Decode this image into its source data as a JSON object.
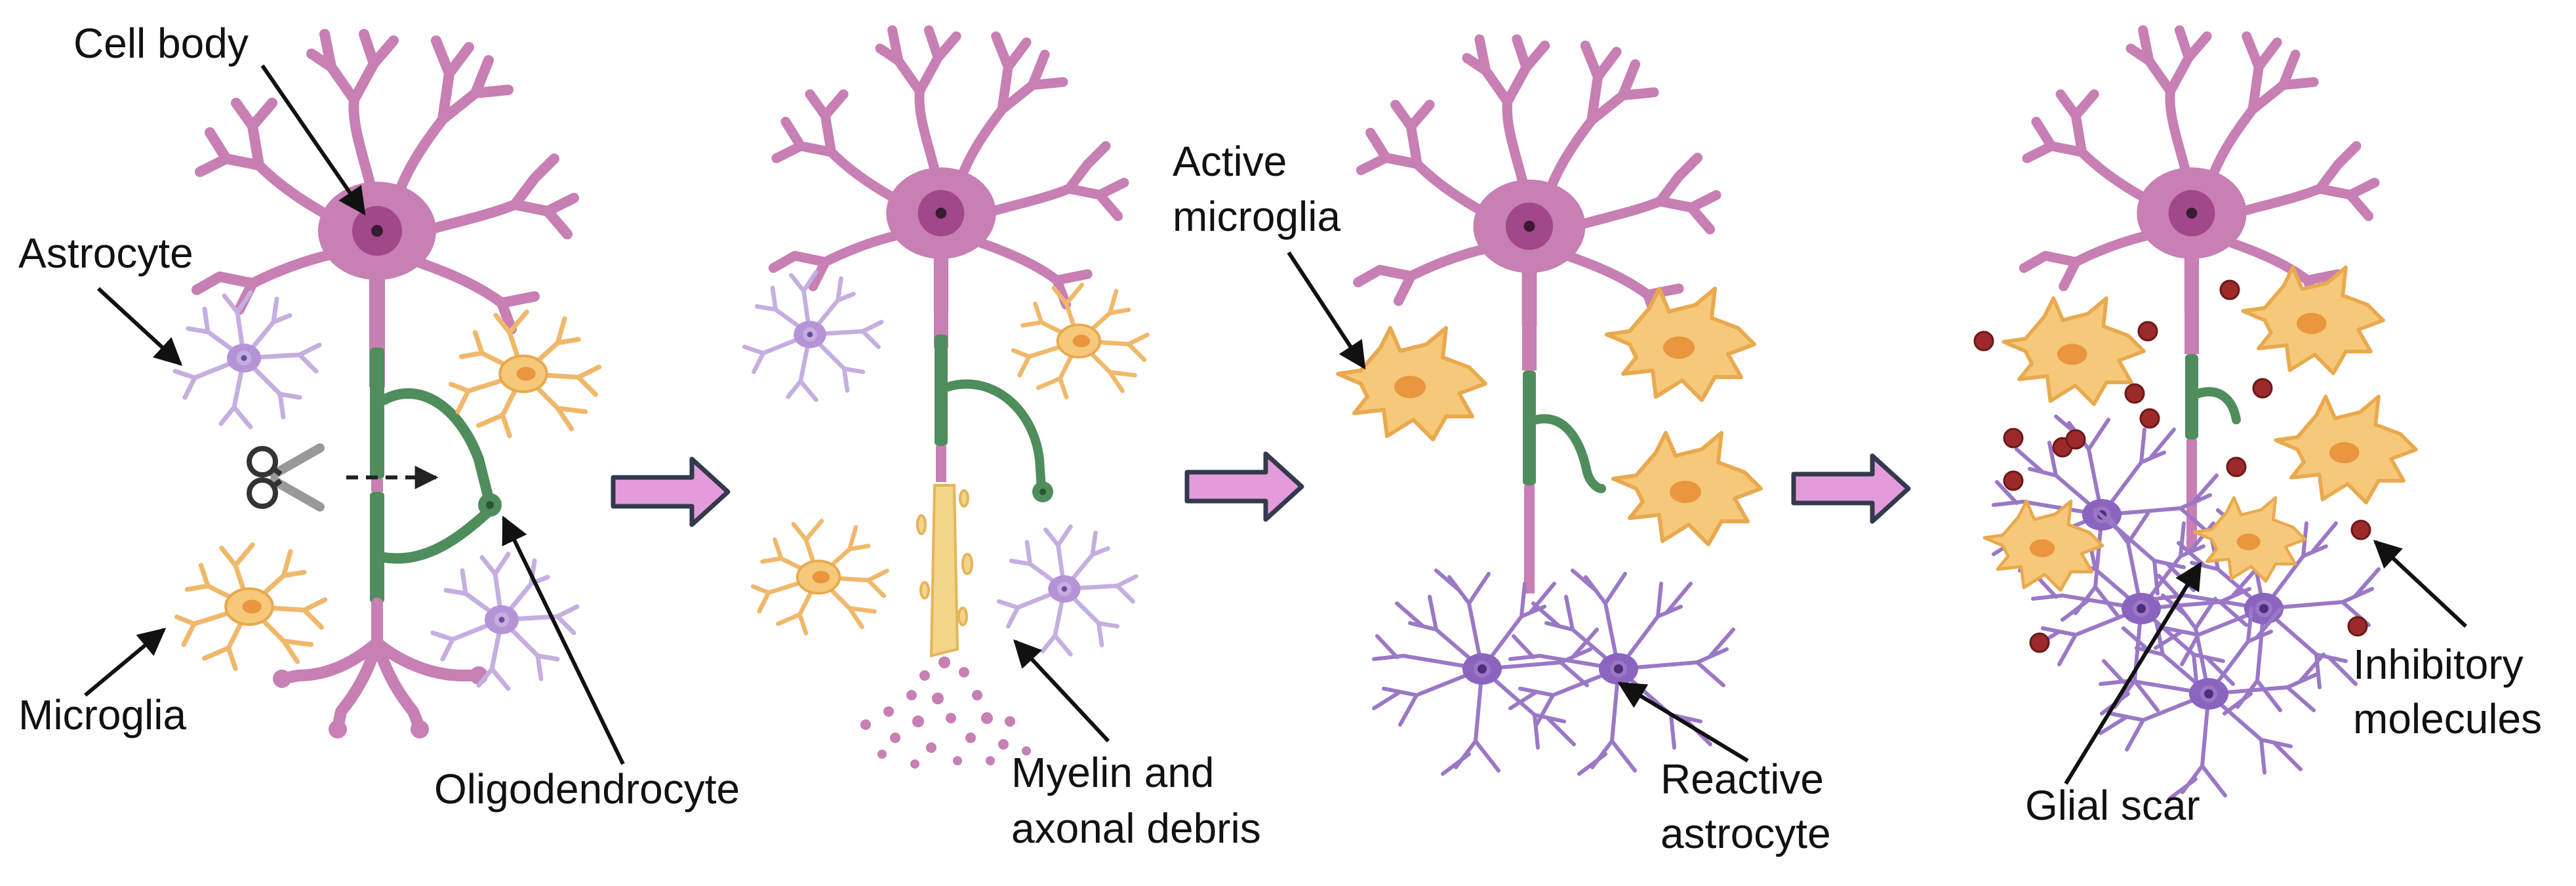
{
  "labels": {
    "cell_body": "Cell body",
    "astrocyte": "Astrocyte",
    "microglia": "Microglia",
    "oligodendrocyte": "Oligodendrocyte",
    "active_microglia_1": "Active",
    "active_microglia_2": "microglia",
    "myelin_debris_1": "Myelin and",
    "myelin_debris_2": "axonal debris",
    "reactive_astrocyte_1": "Reactive",
    "reactive_astrocyte_2": "astrocyte",
    "glial_scar": "Glial scar",
    "inhibitory_1": "Inhibitory",
    "inhibitory_2": "molecules"
  },
  "colors": {
    "neuron": "#c77fb4",
    "neuron_dark": "#b4619f",
    "nucleus": "#a1488b",
    "myelin": "#4f8d5d",
    "microglia_fill": "#f6c87a",
    "microglia_stroke": "#e9a94e",
    "astro_fill": "#cfb7e6",
    "astro_dark": "#6b4a9c",
    "debris": "#f3d58a",
    "molecule": "#9c2a2a",
    "arrow_fill": "#e49bdb",
    "arrow_stroke": "#333a4d"
  },
  "icons": [
    "scissors-icon",
    "stage-arrow-icon"
  ]
}
